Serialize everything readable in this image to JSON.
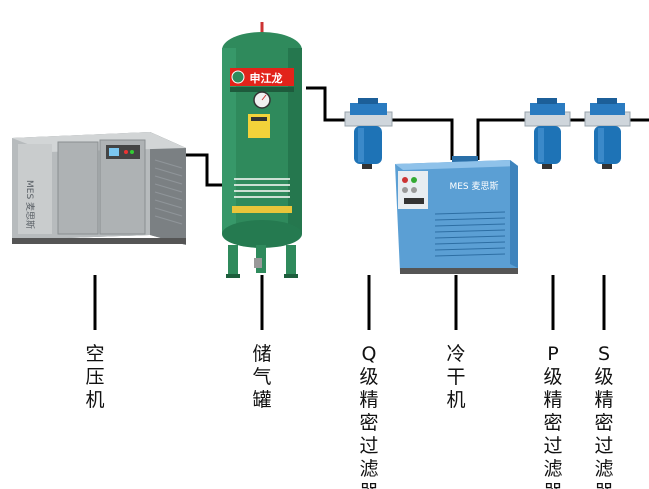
{
  "colors": {
    "tank_green": "#2f8a5c",
    "filter_blue": "#1e73b6",
    "dryer_blue": "#5b9fd4",
    "compressor_gray": "#9ea3a6",
    "pipe": "#000000"
  },
  "tank": {
    "brand": "申江龙"
  },
  "compressor": {
    "brand": "MES 麦思斯"
  },
  "dryer": {
    "brand": "MES 麦思斯"
  },
  "labels": [
    {
      "id": "air-compressor",
      "text": "空压机"
    },
    {
      "id": "air-tank",
      "text": "储气罐"
    },
    {
      "id": "q-filter",
      "text": "Q级精密过滤器"
    },
    {
      "id": "dryer",
      "text": "冷干机"
    },
    {
      "id": "p-filter",
      "text": "P级精密过滤器"
    },
    {
      "id": "s-filter",
      "text": "S级精密过滤器"
    }
  ]
}
